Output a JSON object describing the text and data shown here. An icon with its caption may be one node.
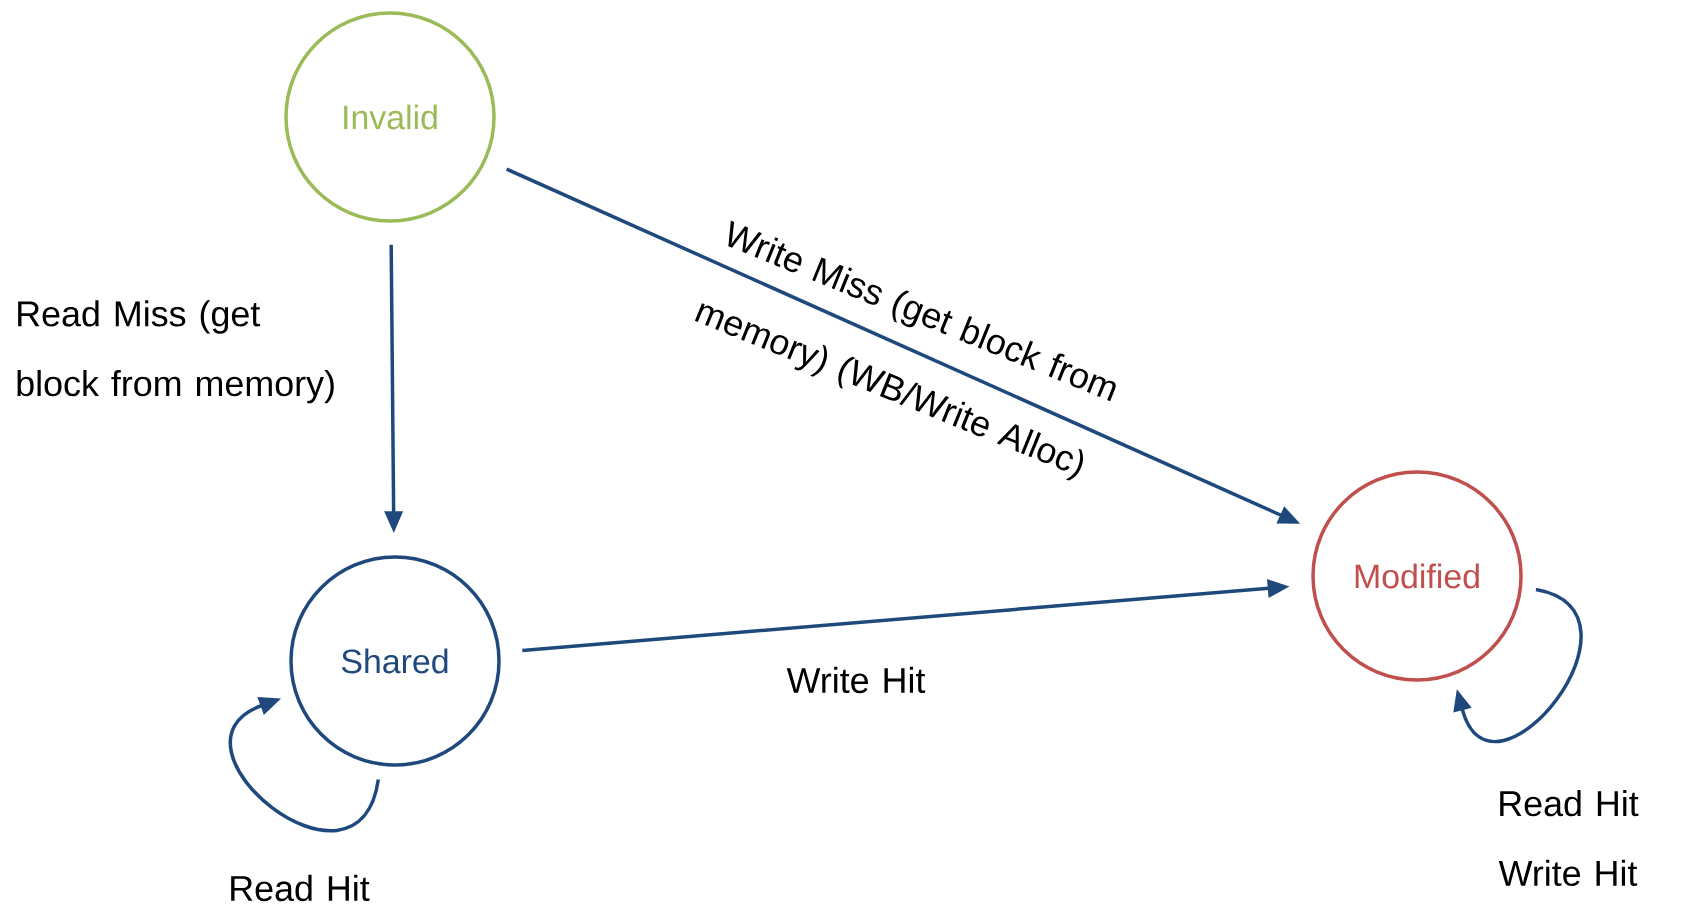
{
  "diagram": {
    "nodes": [
      {
        "text": [
          "Invalid"
        ]
      },
      {
        "text": [
          "Shared"
        ]
      },
      {
        "text": [
          "Modified"
        ]
      }
    ],
    "edges": [
      {
        "from": 0,
        "to": 1,
        "arrow": "to",
        "label": "Read Miss (get block from memory)"
      },
      {
        "from": 0,
        "to": 2,
        "arrow": "to",
        "label": "Write Miss (get block from memory) (WB/Write Alloc)"
      },
      {
        "from": 1,
        "to": 2,
        "arrow": "to",
        "label": "Write Hit"
      },
      {
        "from": 1,
        "to": 1,
        "arrow": "to",
        "label": "Read Hit"
      },
      {
        "from": 2,
        "to": 2,
        "arrow": "to",
        "label": "Read Hit Write Hit"
      }
    ]
  }
}
